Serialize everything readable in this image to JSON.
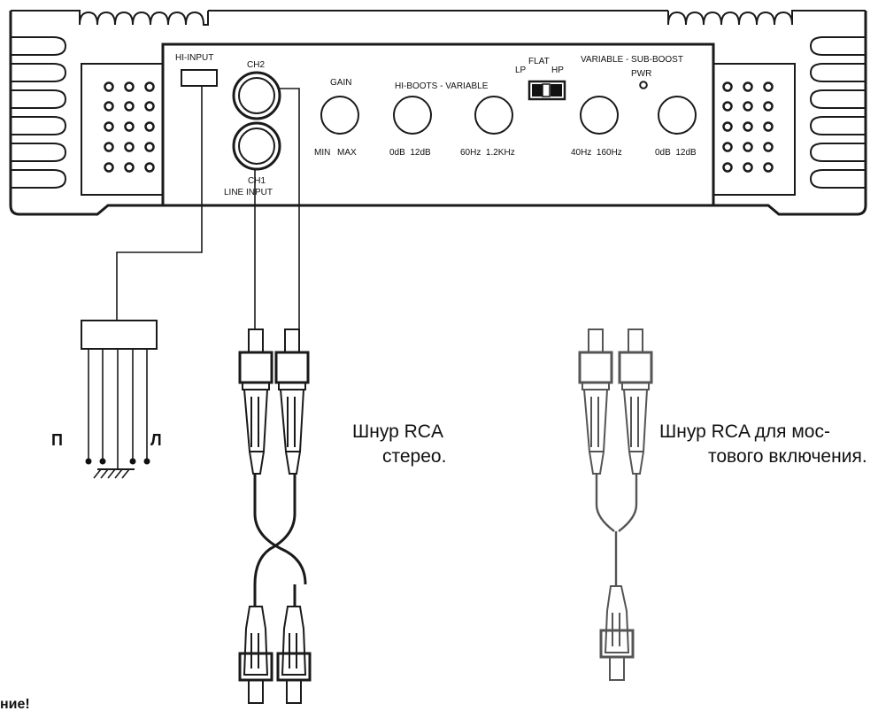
{
  "panel": {
    "hi_input": "HI-INPUT",
    "ch2": "CH2",
    "ch1": "CH1",
    "line_input": "LINE INPUT",
    "gain": "GAIN",
    "gain_min": "MIN",
    "gain_max": "MAX",
    "hi_boots_variable": "HI-BOOTS - VARIABLE",
    "hi_boots_range": "0dB  12dB",
    "freq_range": "60Hz  1.2KHz",
    "flat": "FLAT",
    "lp": "LP",
    "hp": "HP",
    "variable_sub_boost": "VARIABLE - SUB-BOOST",
    "pwr": "PWR",
    "sub_freq_range": "40Hz  160Hz",
    "sub_boost_range": "0dB  12dB"
  },
  "harness": {
    "left_mark": "П",
    "right_mark": "Л"
  },
  "captions": {
    "stereo_line1": "Шнур RCA",
    "stereo_line2": "стерео.",
    "bridge_line1": "Шнур RCA для мос-",
    "bridge_line2": "тового включения."
  },
  "footer": {
    "partial_text": "ние!"
  },
  "colors": {
    "line": "#1a1a1a",
    "grey_cable": "#555555",
    "background": "#ffffff"
  }
}
